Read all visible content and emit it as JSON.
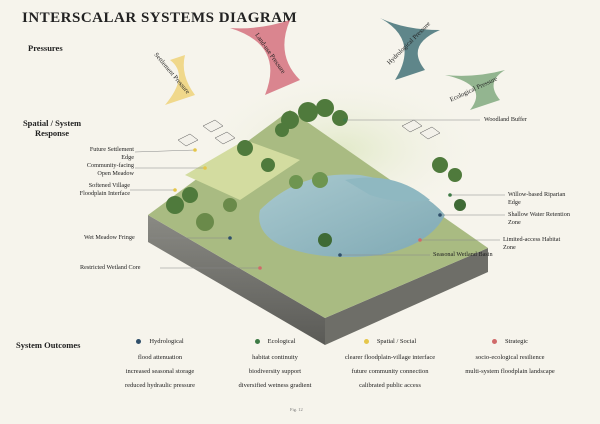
{
  "title": "INTERSCALAR SYSTEMS DIAGRAM",
  "rows": {
    "pressures": "Pressures",
    "spatial_line1": "Spatial / System",
    "spatial_line2": "Response",
    "outcomes": "System Outcomes"
  },
  "pressures": [
    {
      "label": "Settlement Pressure",
      "color": "#e8c85a"
    },
    {
      "label": "Land-use Pressure",
      "color": "#c94a5a"
    },
    {
      "label": "Hydrological Pressure",
      "color": "#2d5a6a"
    },
    {
      "label": "Ecological Pressure",
      "color": "#3d7a45"
    }
  ],
  "callouts": [
    {
      "text": "Future Settlement Edge",
      "line1": "Future Settlement",
      "line2": "Edge",
      "color": "#e5c64a"
    },
    {
      "text": "Community-facing Open Meadow",
      "line1": "Community-facing",
      "line2": "Open Meadow",
      "color": "#e5c64a"
    },
    {
      "text": "Softened Village Floodplain Interface",
      "line1": "Softened Village",
      "line2": "Floodplain Interface",
      "color": "#e5c64a"
    },
    {
      "text": "Wet Meadow Fringe",
      "line1": "Wet Meadow Fringe",
      "line2": "",
      "color": "#2f4f6a"
    },
    {
      "text": "Restricted Wetland Core",
      "line1": "Restricted Wetland Core",
      "line2": "",
      "color": "#d06a6a"
    },
    {
      "text": "Woodland Buffer",
      "line1": "Woodland Buffer",
      "line2": "",
      "color": "#3d7a45"
    },
    {
      "text": "Willow-based Riparian Edge",
      "line1": "Willow-based Riparian",
      "line2": "Edge",
      "color": "#3d7a45"
    },
    {
      "text": "Shallow Water Retention Zone",
      "line1": "Shallow Water Retention",
      "line2": "Zone",
      "color": "#2f4f6a"
    },
    {
      "text": "Limited-access Habitat Zone",
      "line1": "Limited-access Habitat",
      "line2": "Zone",
      "color": "#d06a6a"
    },
    {
      "text": "Seasonal Wetland Basin",
      "line1": "Seasonal Wetland Basin",
      "line2": "",
      "color": "#2f4f6a"
    }
  ],
  "outcomes": [
    {
      "category": "Hydrological",
      "color": "#2f4f6a",
      "items": [
        "flood attenuation",
        "increased seasonal storage",
        "reduced hydraulic pressure"
      ]
    },
    {
      "category": "Ecological",
      "color": "#3d7a45",
      "items": [
        "habitat continuity",
        "biodiversity support",
        "diversified wetness gradient"
      ]
    },
    {
      "category": "Spatial / Social",
      "color": "#e5c64a",
      "items": [
        "clearer floodplain-village interface",
        "future community connection",
        "calibrated public access"
      ]
    },
    {
      "category": "Strategic",
      "color": "#d06a6a",
      "items": [
        "socio-ecological resilience",
        "multi-system floodplain landscape"
      ]
    }
  ],
  "page_number": "Fig. 12"
}
